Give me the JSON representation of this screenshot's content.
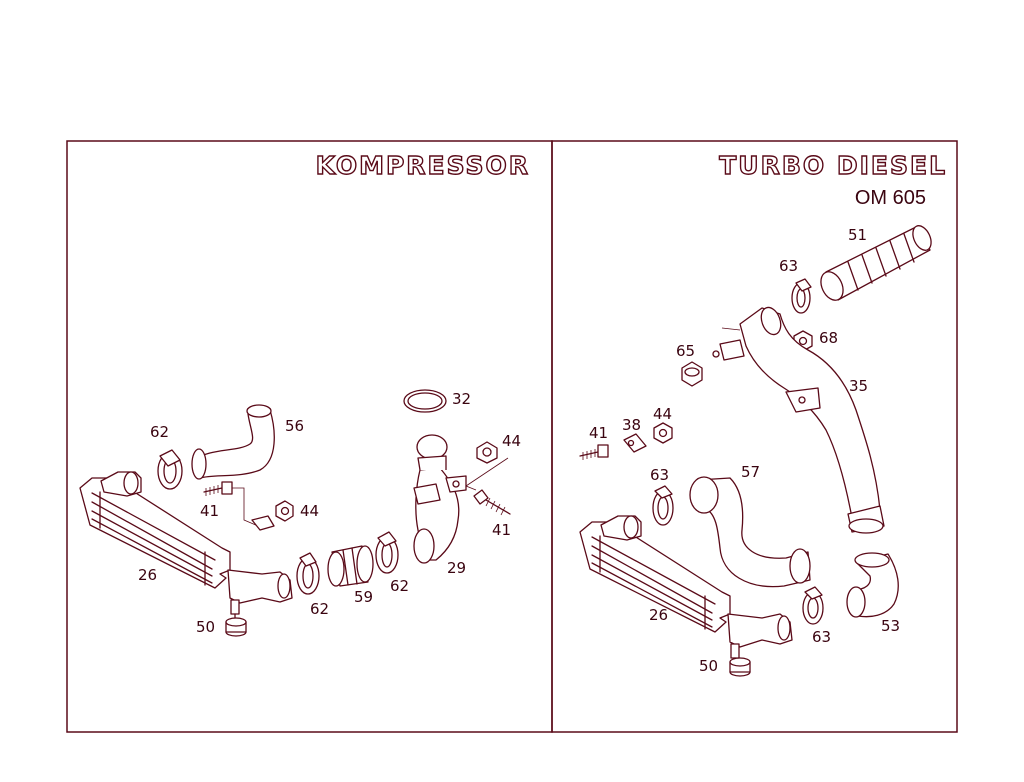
{
  "panels": [
    {
      "title": "KOMPRESSOR",
      "subtitle": "",
      "callouts": [
        "62",
        "56",
        "32",
        "44",
        "41",
        "44",
        "41",
        "26",
        "62",
        "59",
        "62",
        "29",
        "50"
      ]
    },
    {
      "title": "TURBO DIESEL",
      "subtitle": "OM 605",
      "callouts": [
        "51",
        "63",
        "68",
        "65",
        "35",
        "41",
        "38",
        "44",
        "63",
        "57",
        "26",
        "63",
        "53",
        "50"
      ]
    }
  ],
  "colors": {
    "line": "#5a0a18",
    "text": "#3a0410",
    "background": "#ffffff"
  }
}
